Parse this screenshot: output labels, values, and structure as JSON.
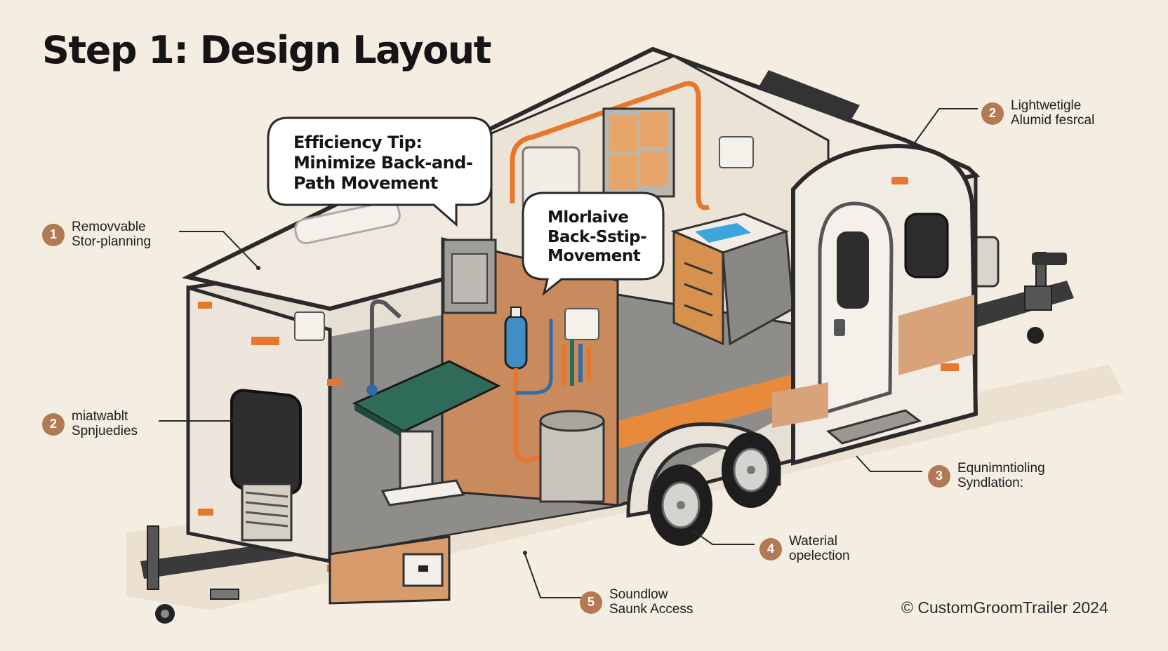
{
  "title": "Step 1: Design Layout",
  "bubbles": {
    "efficiency_tip": "Efficiency Tip:\nMinimize Back-and-\nPath Movement",
    "movement": "Mlorlaive\nBack-Sstip-\nMovement"
  },
  "callouts": [
    {
      "number": "1",
      "text": "Removvable\nStor-planning"
    },
    {
      "number": "2",
      "text": "miatwablt\nSpnjuedies"
    },
    {
      "number": "2",
      "text": "Lightwetigle\nAlumid fesrcal"
    },
    {
      "number": "3",
      "text": "Equnimntioling\nSyndlation:"
    },
    {
      "number": "4",
      "text": "Waterial\nopelection"
    },
    {
      "number": "5",
      "text": "Soundlow\nSaunk Access"
    }
  ],
  "copyright": "© CustomGroomTrailer 2024",
  "colors": {
    "background": "#f4ede2",
    "badge": "#b27a52",
    "accent_orange": "#e8772e",
    "wall_copper": "#c98a5e",
    "table_green": "#2e6b58",
    "outline": "#2a2a2a"
  },
  "icons": [
    "trailer-illustration",
    "speech-bubble",
    "number-badge",
    "copyright-symbol"
  ]
}
